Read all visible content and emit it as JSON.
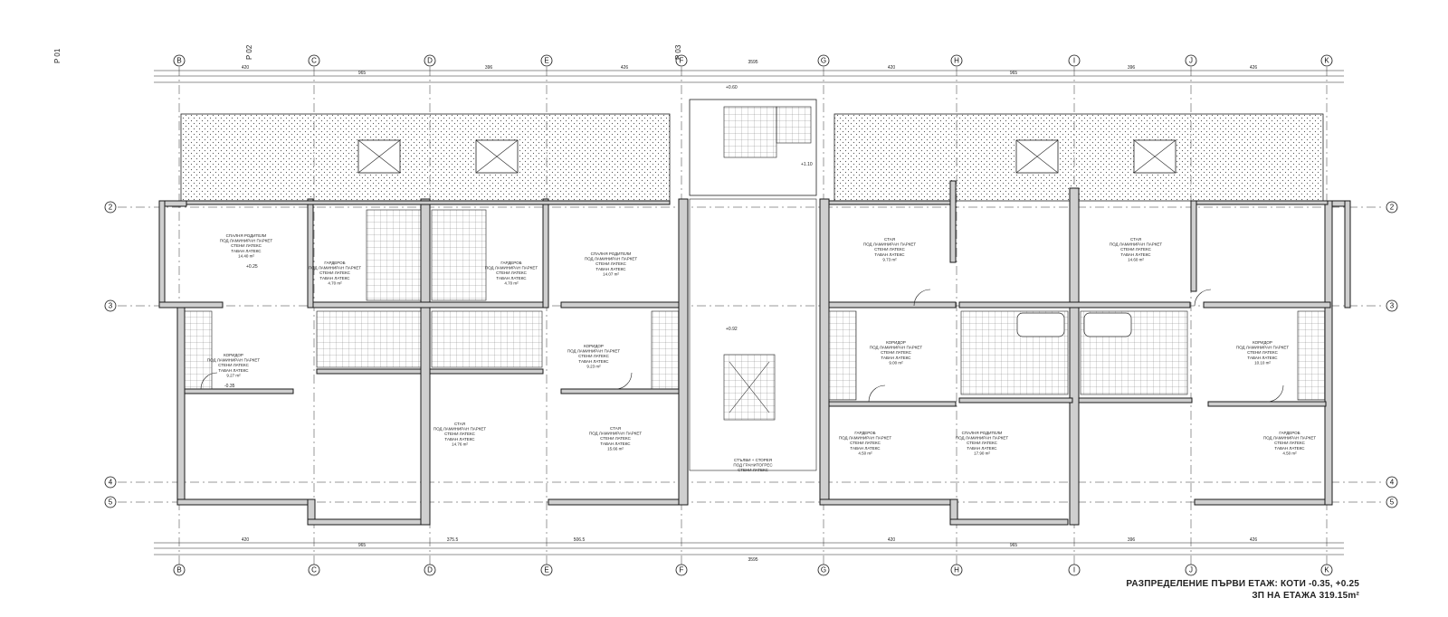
{
  "grid_columns": [
    "B",
    "C",
    "D",
    "E",
    "F",
    "G",
    "H",
    "I",
    "J",
    "K"
  ],
  "grid_rows": [
    "2",
    "3",
    "4",
    "5"
  ],
  "section_markers": [
    "P 01",
    "P 02",
    "P 03"
  ],
  "caption": {
    "line1": "РАЗПРЕДЕЛЕНИЕ ПЪРВИ ЕТАЖ: КОТИ -0.35, +0.25",
    "line2": "ЗП НА ЕТАЖА 319.15m²"
  },
  "overall_dimension": "3595",
  "levels": [
    "-0.35",
    "+0.25",
    "+0.60",
    "+0.92",
    "+1.10"
  ],
  "room_labels": [
    "СПАЛНЯ РОДИТЕЛИ\nПОД ЛАМИНИРАН ПАРКЕТ\nСТЕНИ ЛАТЕКС\nТАВАН ЛАТЕКС\n14.40 m²",
    "ГАРДЕРОБ\nПОД ЛАМИНИРАН ПАРКЕТ\nСТЕНИ ЛАТЕКС\nТАВАН ЛАТЕКС\n4.70 m²",
    "ГАРДЕРОБ\nПОД ЛАМИНИРАН ПАРКЕТ\nСТЕНИ ЛАТЕКС\nТАВАН ЛАТЕКС\n4.70 m²",
    "СПАЛНЯ РОДИТЕЛИ\nПОД ЛАМИНИРАН ПАРКЕТ\nСТЕНИ ЛАТЕКС\nТАВАН ЛАТЕКС\n14.07 m²",
    "КОРИДОР\nПОД ЛАМИНИРАН ПАРКЕТ\nСТЕНИ ЛАТЕКС\nТАВАН ЛАТЕКС\n9.27 m²",
    "КОРИДОР\nПОД ЛАМИНИРАН ПАРКЕТ\nСТЕНИ ЛАТЕКС\nТАВАН ЛАТЕКС\n9.23 m²",
    "СТАЯ\nПОД ЛАМИНИРАН ПАРКЕТ\nСТЕНИ ЛАТЕКС\nТАВАН ЛАТЕКС\n14.76 m²",
    "СТАЯ\nПОД ЛАМИНИРАН ПАРКЕТ\nСТЕНИ ЛАТЕКС\nТАВАН ЛАТЕКС\n15.66 m²",
    "СТАЯ\nПОД ЛАМИНИРАН ПАРКЕТ\nСТЕНИ ЛАТЕКС\nТАВАН ЛАТЕКС\n9.73 m²",
    "СТАЯ\nПОД ЛАМИНИРАН ПАРКЕТ\nСТЕНИ ЛАТЕКС\nТАВАН ЛАТЕКС\n14.60 m²",
    "КОРИДОР\nПОД ЛАМИНИРАН ПАРКЕТ\nСТЕНИ ЛАТЕКС\nТАВАН ЛАТЕКС\n9.00 m²",
    "КОРИДОР\nПОД ЛАМИНИРАН ПАРКЕТ\nСТЕНИ ЛАТЕКС\nТАВАН ЛАТЕКС\n10.10 m²",
    "ГАРДЕРОБ\nПОД ЛАМИНИРАН ПАРКЕТ\nСТЕНИ ЛАТЕКС\nТАВАН ЛАТЕКС\n4.50 m²",
    "СПАЛНЯ РОДИТЕЛИ\nПОД ЛАМИНИРАН ПАРКЕТ\nСТЕНИ ЛАТЕКС\nТАВАН ЛАТЕКС\n17.90 m²",
    "ГАРДЕРОБ\nПОД ЛАМИНИРАН ПАРКЕТ\nСТЕНИ ЛАТЕКС\nТАВАН ЛАТЕКС\n4.50 m²",
    "СТЪЛБИ + СТОРЕЯ\nПОД ГРАНИТОГРЕС\nСТЕНИ ЛАТЕКС"
  ],
  "dimension_top": [
    "420",
    "965",
    "396",
    "426",
    "3595",
    "420",
    "965",
    "396",
    "426"
  ],
  "dimension_bottom": [
    "420",
    "965",
    "375.5",
    "506.5",
    "3595",
    "420",
    "965",
    "396",
    "426"
  ]
}
